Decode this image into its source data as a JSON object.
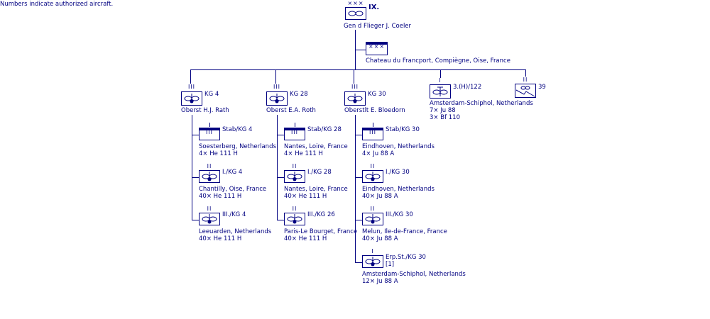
{
  "note": "Numbers indicate authorized aircraft.",
  "color": "#000080",
  "command": {
    "size_mark": "×××",
    "designation": "IX.",
    "commander": "Gen d Flieger  J. Coeler",
    "hq": {
      "size_mark": "×××",
      "location": "Chateau du Francport, Compiègne, Oise, France"
    }
  },
  "groups": [
    {
      "name": "KG 4",
      "size_mark": "III",
      "commander": "Oberst  H.J. Rath",
      "units": [
        {
          "name": "Stab/KG 4",
          "type": "stab",
          "size_mark": "III",
          "location": "Soesterberg, Netherlands",
          "aircraft": "4× He 111 H"
        },
        {
          "name": "I./KG 4",
          "type": "bomber",
          "size_mark": "II",
          "location": "Chantilly, Oise, France",
          "aircraft": "40× He 111 H"
        },
        {
          "name": "III./KG 4",
          "type": "bomber",
          "size_mark": "II",
          "location": "Leeuarden, Netherlands",
          "aircraft": "40× He 111 H"
        }
      ]
    },
    {
      "name": "KG 28",
      "size_mark": "III",
      "commander": "Oberst  E.A. Roth",
      "units": [
        {
          "name": "Stab/KG 28",
          "type": "stab",
          "size_mark": "III",
          "location": "Nantes, Loire, France",
          "aircraft": "4× He 111 H"
        },
        {
          "name": "I./KG 28",
          "type": "bomber",
          "size_mark": "II",
          "location": "Nantes, Loire, France",
          "aircraft": "40× He 111 H"
        },
        {
          "name": "III./KG 26",
          "type": "bomber",
          "size_mark": "II",
          "location": "Paris-Le Bourget, France",
          "aircraft": "40× He 111 H"
        }
      ]
    },
    {
      "name": "KG 30",
      "size_mark": "III",
      "commander": "Oberstlt  E. Bloedorn",
      "units": [
        {
          "name": "Stab/KG 30",
          "type": "stab",
          "size_mark": "III",
          "location": "Eindhoven, Netherlands",
          "aircraft": "4× Ju 88 A"
        },
        {
          "name": "I./KG 30",
          "type": "bomber",
          "size_mark": "II",
          "location": "Eindhoven, Netherlands",
          "aircraft": "40× Ju 88 A"
        },
        {
          "name": "III./KG 30",
          "type": "bomber",
          "size_mark": "II",
          "location": "Melun, Ile-de-France, France",
          "aircraft": "40× Ju 88 A"
        },
        {
          "name": "Erp.St./KG 30",
          "type": "bomber",
          "size_mark": "I",
          "footnote": "[1]",
          "location": "Amsterdam-Schiphol, Netherlands",
          "aircraft": "12× Ju 88 A"
        }
      ]
    }
  ],
  "recon": {
    "name": "3.(H)/122",
    "size_mark": "I",
    "location": "Amsterdam-Schiphol, Netherlands",
    "aircraft": [
      "7× Ju 88",
      "3× Bf 110"
    ]
  },
  "signals": {
    "name": "39",
    "size_mark": "II"
  }
}
